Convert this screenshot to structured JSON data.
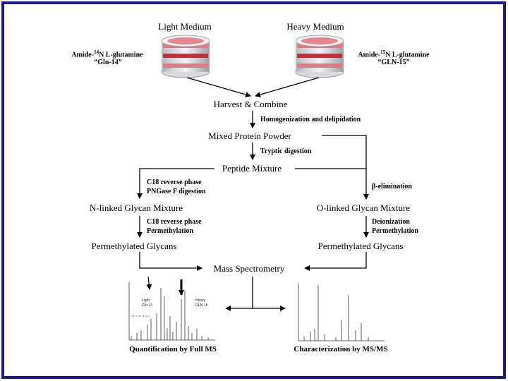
{
  "media": {
    "light": {
      "title": "Light Medium",
      "reagent_prefix": "Amide-",
      "isotope_mass": "14",
      "reagent_suffix": "N L-glutamine",
      "tag": "“Gln-14”"
    },
    "heavy": {
      "title": "Heavy Medium",
      "reagent_prefix": "Amide-",
      "isotope_mass": "15",
      "reagent_suffix": "N L-glutamine",
      "tag": "“GLN-15”"
    }
  },
  "steps": {
    "harvest": "Harvest & Combine",
    "homogenization": "Homogenization and delipidation",
    "powder": "Mixed Protein Powder",
    "tryptic": "Tryptic digestion",
    "peptide": "Peptide Mixture",
    "n_branch_1": "C18 reverse phase",
    "n_branch_2": "PNGase F digestion",
    "beta": "β-elimination",
    "n_glycan": "N-linked Glycan Mixture",
    "o_glycan": "O-linked Glycan Mixture",
    "n_perm_1": "C18 reverse phase",
    "n_perm_2": "Permethylation",
    "o_perm_1": "Deionization",
    "o_perm_2": "Permethylation",
    "n_permethylated": "Permethylated Glycans",
    "o_permethylated": "Permethylated Glycans",
    "ms": "Mass Spectrometry"
  },
  "spectra": {
    "left": {
      "label_light_1": "Light",
      "label_light_2": "Gln-14",
      "label_heavy_1": "Heavy",
      "label_heavy_2": "GLN-15",
      "caption": "Quantification by Full MS"
    },
    "right": {
      "caption": "Characterization by MS/MS"
    }
  },
  "colors": {
    "frame": "#1a1a8c",
    "dish_pink": "#e07a80",
    "dish_red": "#c0303a"
  }
}
